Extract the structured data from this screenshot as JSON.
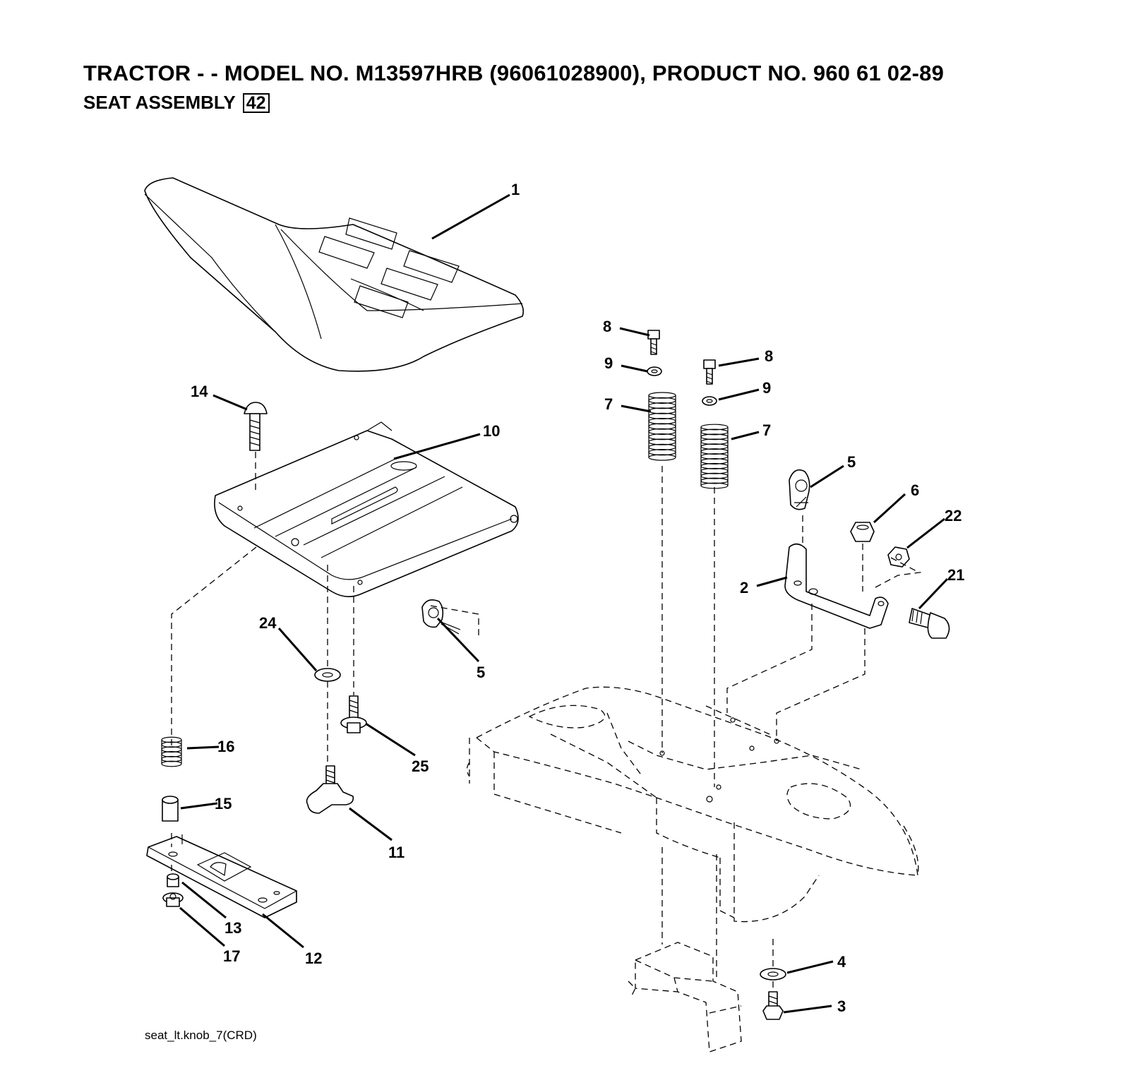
{
  "header": {
    "title": "TRACTOR - - MODEL NO. M13597HRB  (96061028900), PRODUCT NO. 960 61 02-89",
    "subtitle": "SEAT ASSEMBLY",
    "section_number": "42"
  },
  "footer": {
    "drawing_id": "seat_lt.knob_7(CRD)"
  },
  "callouts": [
    {
      "id": "c1",
      "label": "1"
    },
    {
      "id": "c14",
      "label": "14"
    },
    {
      "id": "c10",
      "label": "10"
    },
    {
      "id": "c8a",
      "label": "8"
    },
    {
      "id": "c9a",
      "label": "9"
    },
    {
      "id": "c7a",
      "label": "7"
    },
    {
      "id": "c8b",
      "label": "8"
    },
    {
      "id": "c9b",
      "label": "9"
    },
    {
      "id": "c7b",
      "label": "7"
    },
    {
      "id": "c5a",
      "label": "5"
    },
    {
      "id": "c6",
      "label": "6"
    },
    {
      "id": "c22",
      "label": "22"
    },
    {
      "id": "c2",
      "label": "2"
    },
    {
      "id": "c21",
      "label": "21"
    },
    {
      "id": "c24",
      "label": "24"
    },
    {
      "id": "c5b",
      "label": "5"
    },
    {
      "id": "c16",
      "label": "16"
    },
    {
      "id": "c25",
      "label": "25"
    },
    {
      "id": "c15",
      "label": "15"
    },
    {
      "id": "c11",
      "label": "11"
    },
    {
      "id": "c13",
      "label": "13"
    },
    {
      "id": "c17",
      "label": "17"
    },
    {
      "id": "c12",
      "label": "12"
    },
    {
      "id": "c4",
      "label": "4"
    },
    {
      "id": "c3",
      "label": "3"
    }
  ]
}
